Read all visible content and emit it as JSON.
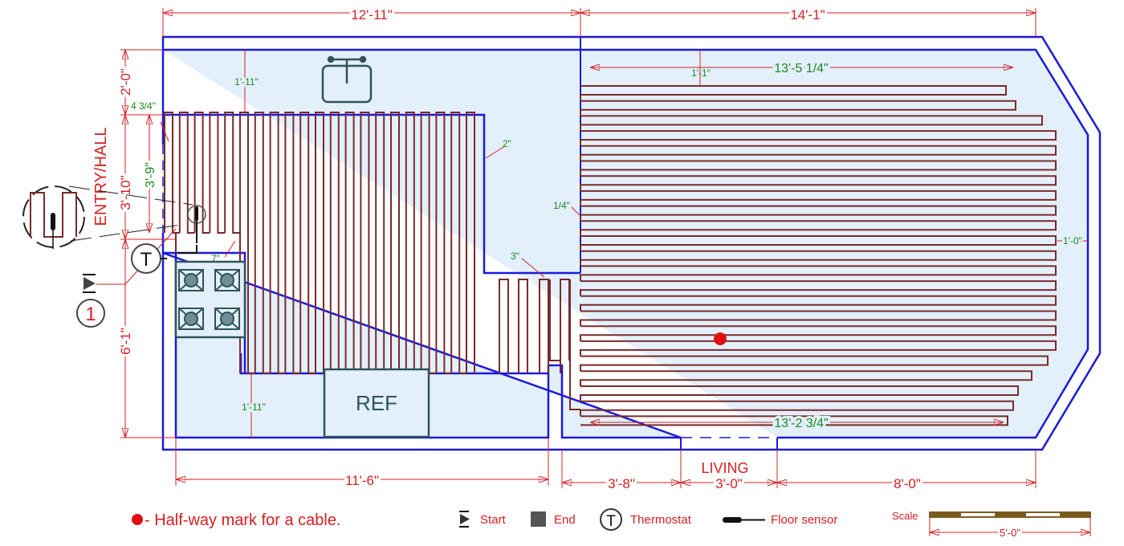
{
  "dimensions": {
    "top_left": "12'-11\"",
    "top_right": "14'-1\"",
    "left_top": "2'-0\"",
    "left_mid": "3'-10\"",
    "left_bottom": "6'-1\"",
    "bottom_left": "11'-6\"",
    "bottom_mid_left": "3'-8\"",
    "bottom_opening": "3'-0\"",
    "bottom_right": "8'-0\""
  },
  "cable_dimensions": {
    "left_top_gap": "1'-11\"",
    "left_bottom_gap": "1'-11\"",
    "entry_offset": "4 3/4\"",
    "entry_run": "3'-9\"",
    "stove_gap": "7\"",
    "island_gap": "2\"",
    "wall_gap_quarter": "1/4\"",
    "passage_gap": "3\"",
    "right_top_gap": "1'-1\"",
    "right_top_run": "13'-5 1/4\"",
    "right_bottom_run": "13'-2 3/4\"",
    "right_side_gap": "1'-0\""
  },
  "rooms": {
    "entry": "ENTRY/HALL",
    "living": "LIVING",
    "fridge": "REF"
  },
  "markers": {
    "cable_number": "1",
    "thermostat_symbol": "T"
  },
  "legend": {
    "halfway": "- Half-way mark for a cable.",
    "start": "Start",
    "end": "End",
    "thermostat": "Thermostat",
    "thermostat_symbol": "T",
    "floor_sensor": "Floor sensor",
    "scale_label": "Scale",
    "scale_value": "5'-0\""
  },
  "colors": {
    "wall": "#1a1adc",
    "floor": "#e3f0fc",
    "cable": "#7a2a2a",
    "dimension": "#d42020",
    "cable_dimension": "#1a8a1a",
    "fixture": "#2f5458"
  }
}
